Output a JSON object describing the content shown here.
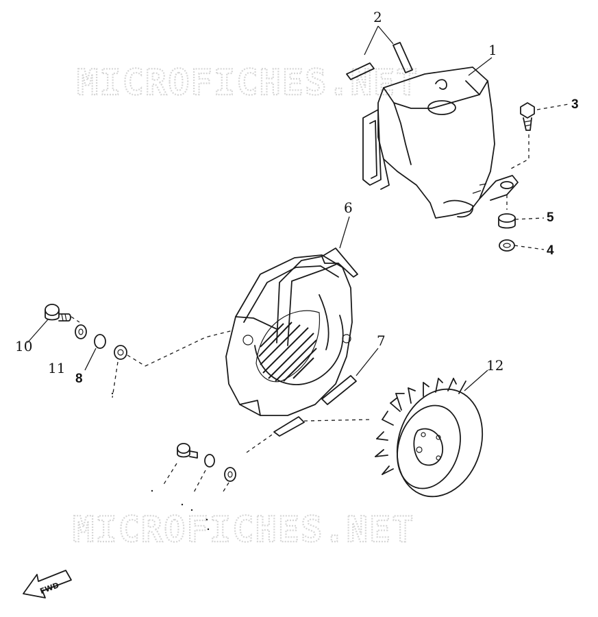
{
  "watermark": {
    "top_text": "MICROFICHES.NET",
    "bottom_text": "MICROFICHES.NET"
  },
  "callouts": {
    "c1": "1",
    "c2": "2",
    "c3": "3",
    "c4": "4",
    "c5": "5",
    "c6": "6",
    "c7": "7",
    "c8": "8",
    "c10": "10",
    "c11": "11",
    "c12": "12"
  },
  "front_arrow": {
    "label": "FWD"
  },
  "colors": {
    "line": "#1a1a1a",
    "watermark": "#d6d6d6",
    "background": "#ffffff"
  }
}
